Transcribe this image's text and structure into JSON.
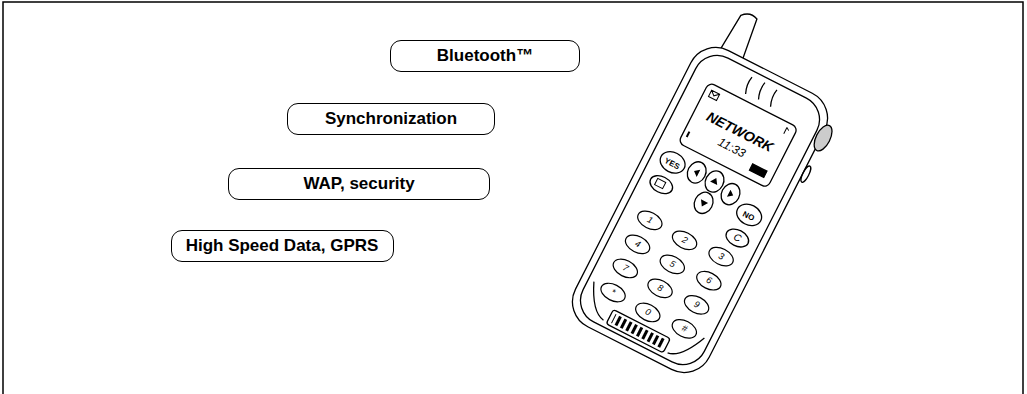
{
  "diagram": {
    "nodes": [
      {
        "text": [
          "Bluetooth™"
        ]
      },
      {
        "text": [
          "Synchronization"
        ]
      },
      {
        "text": [
          "WAP, security"
        ]
      },
      {
        "text": [
          "High Speed Data, GPRS"
        ]
      }
    ],
    "labels": [
      "NETWORK",
      "11:33",
      "YES",
      "NO",
      "C",
      "1",
      "2",
      "3",
      "4",
      "5",
      "6",
      "7",
      "8",
      "9",
      "*",
      "0",
      "#"
    ]
  }
}
